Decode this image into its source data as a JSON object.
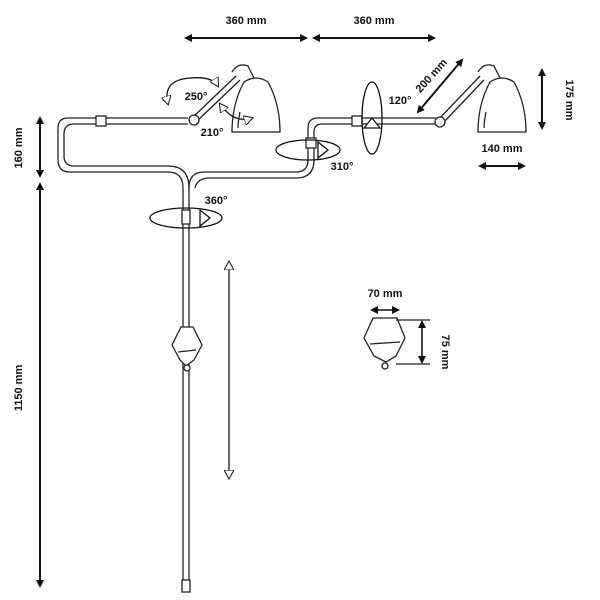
{
  "dimensions": {
    "upper_arm_length": "360 mm",
    "outer_arm_length": "360 mm",
    "articulated_arm_length": "200 mm",
    "shade_height": "175 mm",
    "shade_width": "140 mm",
    "elbow_drop": "160 mm",
    "total_height": "1150 mm",
    "bracket_width": "70 mm",
    "bracket_height": "75 mm"
  },
  "rotations": {
    "shade_swivel": "250°",
    "shade_tilt": "210°",
    "arm_rotation": "120°",
    "elbow_rotation": "310°",
    "mast_rotation": "360°"
  }
}
